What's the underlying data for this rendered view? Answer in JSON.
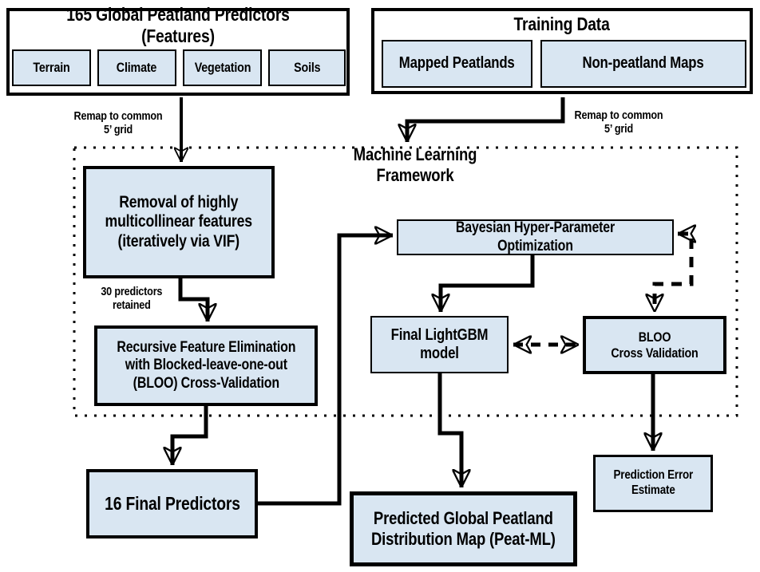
{
  "colors": {
    "box_fill": "#d9e6f2",
    "stroke": "#000000",
    "panel_bg": "#ffffff"
  },
  "predictors_panel": {
    "title": "165 Global Peatland Predictors (Features)",
    "categories": [
      "Terrain",
      "Climate",
      "Vegetation",
      "Soils"
    ]
  },
  "training_panel": {
    "title": "Training Data",
    "sources": [
      "Mapped Peatlands",
      "Non-peatland Maps"
    ]
  },
  "annotations": {
    "remap_left": "Remap to common\n5’ grid",
    "remap_right": "Remap to common\n5’ grid",
    "predictors_retained": "30 predictors\nretained"
  },
  "framework": {
    "title": "Machine Learning Framework",
    "vif": "Removal of highly\nmulticollinear features\n(iteratively via VIF)",
    "rfe": "Recursive Feature Elimination\nwith Blocked-leave-one-out\n(BLOO) Cross-Validation",
    "bayesian": "Bayesian Hyper-Parameter Optimization",
    "lightgbm": "Final LightGBM\nmodel",
    "bloo": "BLOO\nCross Validation"
  },
  "outputs": {
    "final_predictors": "16 Final Predictors",
    "predicted_map": "Predicted Global Peatland\nDistribution Map (Peat-ML)",
    "prediction_error": "Prediction Error\nEstimate"
  }
}
